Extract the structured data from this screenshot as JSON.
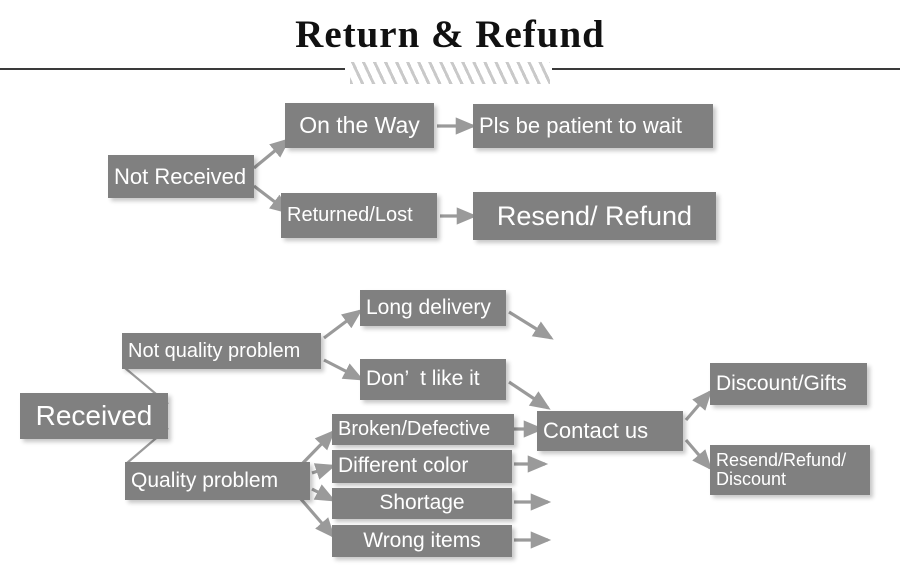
{
  "header": {
    "title": "Return & Refund",
    "divider_icon": "hatch-divider"
  },
  "colors": {
    "node_fill": "#808080",
    "node_text": "#ffffff",
    "arrow": "#9a9a9a",
    "connector": "#9a9a9a",
    "title_text": "#111111",
    "rule": "#3a3a3a",
    "hatch": "#c9c9c9",
    "background": "#ffffff"
  },
  "diagram": {
    "type": "flowchart",
    "branches": [
      {
        "root": "Not Received",
        "steps": [
          {
            "condition": "On the Way",
            "outcome": "Pls be patient to wait"
          },
          {
            "condition": "Returned/Lost",
            "outcome": "Resend/ Refund"
          }
        ]
      },
      {
        "root": "Received",
        "steps": [
          {
            "condition": "Not quality problem",
            "reasons": [
              "Long delivery",
              "Don’  t like it"
            ]
          },
          {
            "condition": "Quality problem",
            "reasons": [
              "Broken/Defective",
              "Different color",
              "Shortage",
              "Wrong items"
            ]
          }
        ],
        "action": "Contact us",
        "resolutions": [
          "Discount/Gifts",
          "Resend/Refund/\nDiscount"
        ]
      }
    ]
  },
  "nodes": {
    "not_received": "Not Received",
    "on_the_way": "On the Way",
    "pls_be_patient": "Pls be patient to wait",
    "returned_lost": "Returned/Lost",
    "resend_refund": "Resend/ Refund",
    "received": "Received",
    "not_quality_problem": "Not quality problem",
    "quality_problem": "Quality problem",
    "long_delivery": "Long delivery",
    "dont_like_it": "Don’  t like it",
    "broken_defective": "Broken/Defective",
    "different_color": "Different color",
    "shortage": "Shortage",
    "wrong_items": "Wrong items",
    "contact_us": "Contact us",
    "discount_gifts": "Discount/Gifts",
    "resend_refund_discount": "Resend/Refund/\nDiscount"
  }
}
